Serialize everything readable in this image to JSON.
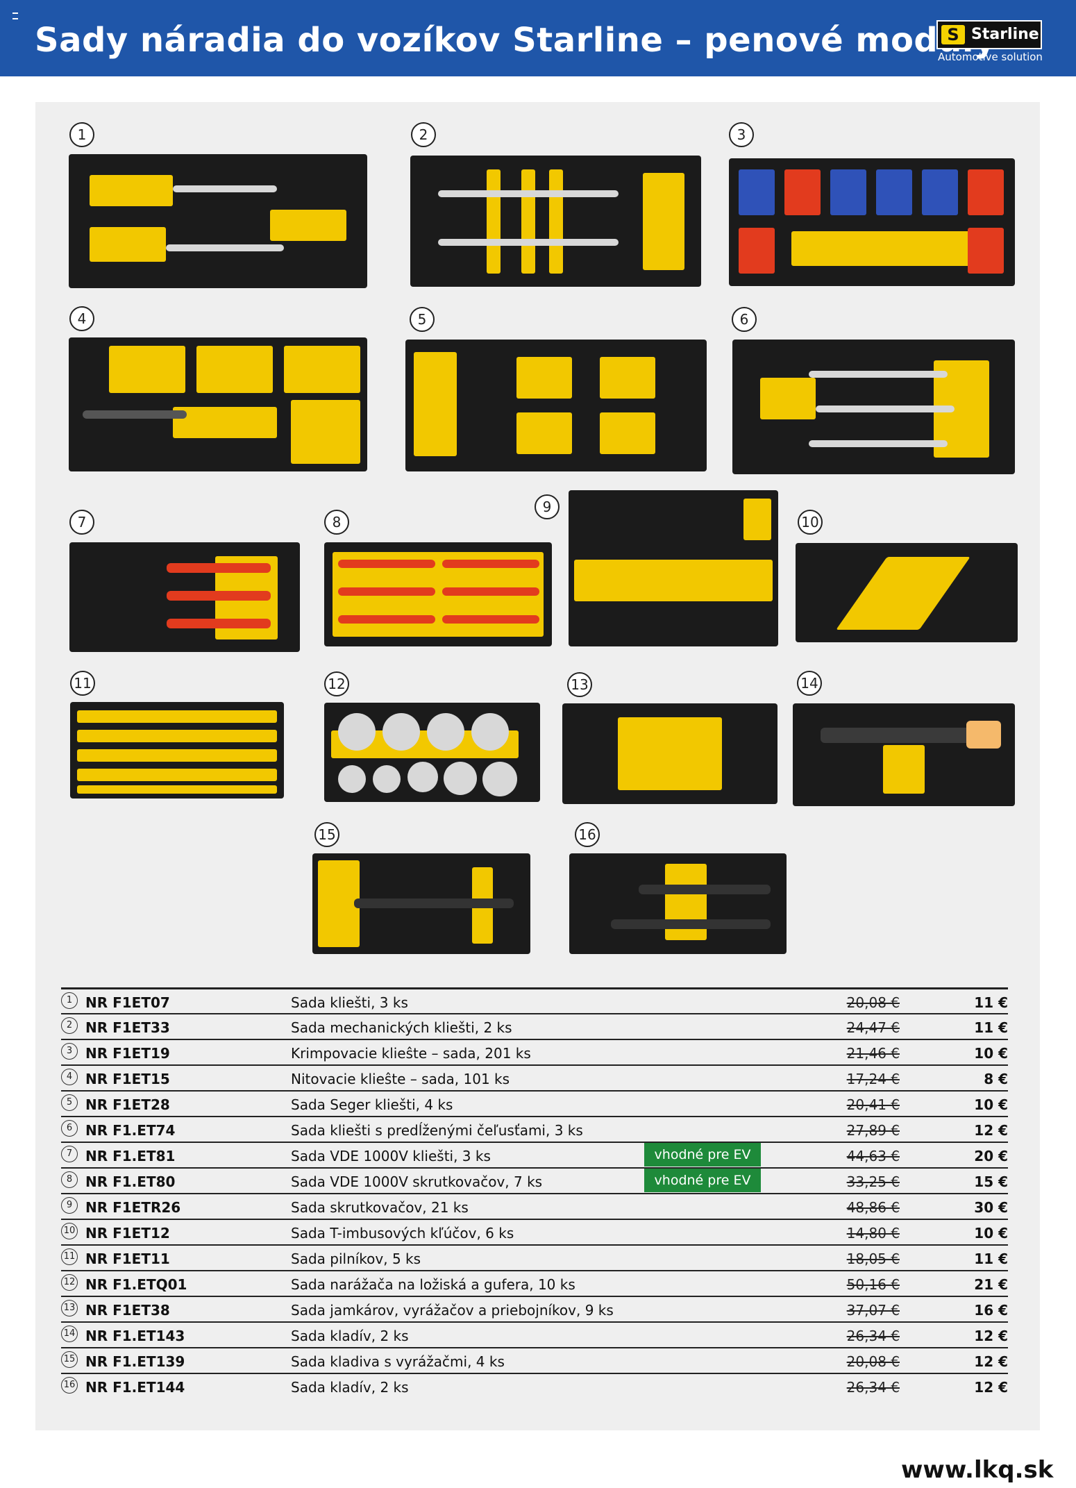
{
  "header": {
    "title": "Sady náradia do vozíkov Starline – penové moduly",
    "logo_letter": "S",
    "logo_brand": "Starline",
    "logo_tagline": "Automotive solution"
  },
  "images": [
    {
      "number": "1"
    },
    {
      "number": "2"
    },
    {
      "number": "3"
    },
    {
      "number": "4"
    },
    {
      "number": "5"
    },
    {
      "number": "6"
    },
    {
      "number": "7"
    },
    {
      "number": "8"
    },
    {
      "number": "9"
    },
    {
      "number": "10"
    },
    {
      "number": "11"
    },
    {
      "number": "12"
    },
    {
      "number": "13"
    },
    {
      "number": "14"
    },
    {
      "number": "15"
    },
    {
      "number": "16"
    }
  ],
  "products": [
    {
      "idx": "1",
      "code": "NR F1ET07",
      "desc": "Sada kliešti, 3 ks",
      "badge": "",
      "old": "20,08 €",
      "new": "11 €"
    },
    {
      "idx": "2",
      "code": "NR F1ET33",
      "desc": "Sada mechanických kliešti, 2 ks",
      "badge": "",
      "old": "24,47 €",
      "new": "11 €"
    },
    {
      "idx": "3",
      "code": "NR F1ET19",
      "desc": "Krimpovacie klieŝte – sada, 201 ks",
      "badge": "",
      "old": "21,46 €",
      "new": "10 €"
    },
    {
      "idx": "4",
      "code": "NR F1ET15",
      "desc": "Nitovacie klieŝte – sada, 101 ks",
      "badge": "",
      "old": "17,24 €",
      "new": "8 €"
    },
    {
      "idx": "5",
      "code": "NR F1ET28",
      "desc": "Sada Seger kliešti, 4 ks",
      "badge": "",
      "old": "20,41 €",
      "new": "10 €"
    },
    {
      "idx": "6",
      "code": "NR F1.ET74",
      "desc": "Sada kliešti s predĺženými čeľusťami, 3 ks",
      "badge": "",
      "old": "27,89 €",
      "new": "12 €"
    },
    {
      "idx": "7",
      "code": "NR F1.ET81",
      "desc": "Sada VDE 1000V kliešti, 3 ks",
      "badge": "vhodné pre EV",
      "old": "44,63 €",
      "new": "20 €"
    },
    {
      "idx": "8",
      "code": "NR F1.ET80",
      "desc": "Sada VDE 1000V skrutkovačov, 7 ks",
      "badge": "vhodné pre EV",
      "old": "33,25 €",
      "new": "15 €"
    },
    {
      "idx": "9",
      "code": "NR F1ETR26",
      "desc": "Sada skrutkovačov, 21 ks",
      "badge": "",
      "old": "48,86 €",
      "new": "30 €"
    },
    {
      "idx": "10",
      "code": "NR F1ET12",
      "desc": "Sada T-imbusových kľúčov, 6 ks",
      "badge": "",
      "old": "14,80 €",
      "new": "10 €"
    },
    {
      "idx": "11",
      "code": "NR F1ET11",
      "desc": "Sada pilníkov, 5 ks",
      "badge": "",
      "old": "18,05 €",
      "new": "11 €"
    },
    {
      "idx": "12",
      "code": "NR F1.ETQ01",
      "desc": "Sada narážača na ložiská a gufera, 10 ks",
      "badge": "",
      "old": "50,16 €",
      "new": "21 €"
    },
    {
      "idx": "13",
      "code": "NR F1ET38",
      "desc": "Sada jamkárov, vyrážačov a priebojníkov, 9 ks",
      "badge": "",
      "old": "37,07 €",
      "new": "16 €"
    },
    {
      "idx": "14",
      "code": "NR F1.ET143",
      "desc": "Sada kladív, 2 ks",
      "badge": "",
      "old": "26,34 €",
      "new": "12 €"
    },
    {
      "idx": "15",
      "code": "NR F1.ET139",
      "desc": "Sada kladiva s vyrážačmi, 4 ks",
      "badge": "",
      "old": "20,08 €",
      "new": "12 €"
    },
    {
      "idx": "16",
      "code": "NR F1.ET144",
      "desc": "Sada kladív, 2 ks",
      "badge": "",
      "old": "26,34 €",
      "new": "12 €"
    }
  ],
  "footer": {
    "url": "www.lkq.sk"
  },
  "colors": {
    "header_blue": "#1f56a9",
    "foam_yellow": "#f2c800",
    "ev_badge_green": "#1e8a3a"
  }
}
